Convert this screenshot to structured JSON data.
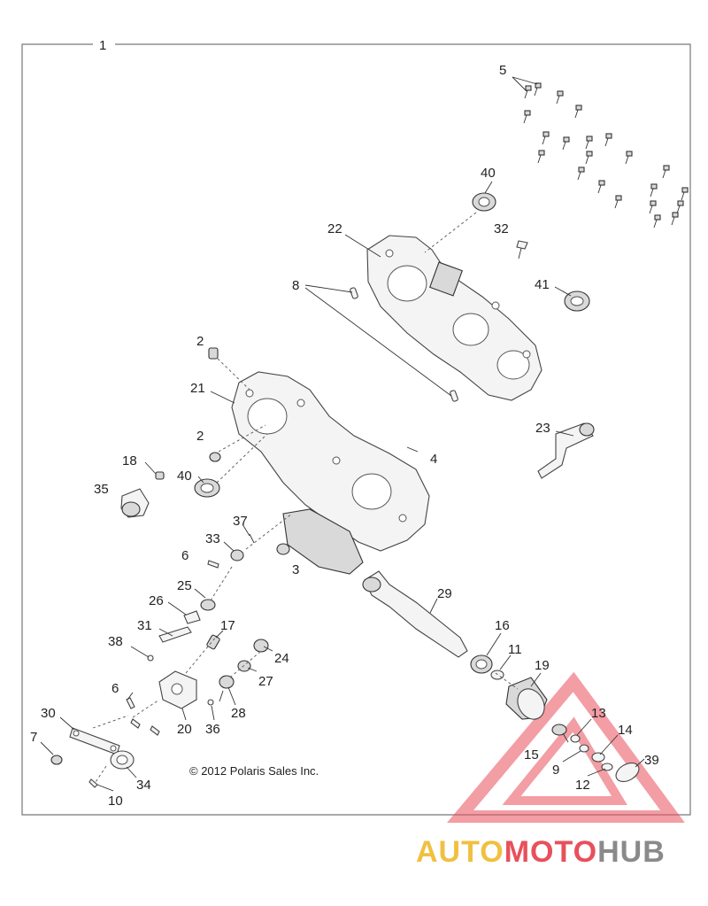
{
  "callouts": {
    "c1": "1",
    "c2a": "2",
    "c2b": "2",
    "c3": "3",
    "c4": "4",
    "c5": "5",
    "c6a": "6",
    "c6b": "6",
    "c7": "7",
    "c8": "8",
    "c9": "9",
    "c10": "10",
    "c11": "11",
    "c12": "12",
    "c13": "13",
    "c14": "14",
    "c15": "15",
    "c16": "16",
    "c17": "17",
    "c18": "18",
    "c19": "19",
    "c20": "20",
    "c21": "21",
    "c22": "22",
    "c23": "23",
    "c24": "24",
    "c25": "25",
    "c26": "26",
    "c27": "27",
    "c28": "28",
    "c29": "29",
    "c30": "30",
    "c31": "31",
    "c32": "32",
    "c33": "33",
    "c34": "34",
    "c35": "35",
    "c36": "36",
    "c37": "37",
    "c38": "38",
    "c39": "39",
    "c40a": "40",
    "c40b": "40",
    "c41": "41"
  },
  "copyright": "© 2012 Polaris Sales Inc.",
  "watermark": {
    "part1": "AUTO",
    "part2": "MOTO",
    "part3": "HUB",
    "colors": {
      "auto": "#f0c040",
      "moto": "#e8505b",
      "hub": "#8a8a8a",
      "triangle": "#e8505b"
    }
  }
}
